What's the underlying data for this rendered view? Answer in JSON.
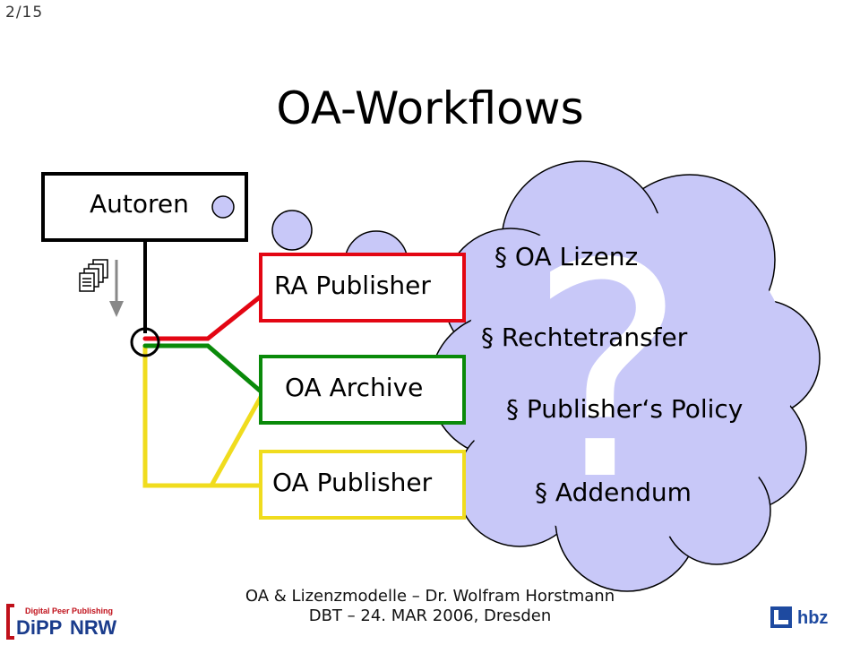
{
  "page_number": "2/15",
  "title": "OA-Workflows",
  "boxes": {
    "autoren": "Autoren",
    "ra_publisher": "RA Publisher",
    "oa_archive": "OA Archive",
    "oa_publisher": "OA Publisher"
  },
  "cloud": {
    "question_mark": "?",
    "items": [
      "§ OA Lizenz",
      "§ Rechtetransfer",
      "§ Publisher‘s Policy",
      "§ Addendum"
    ]
  },
  "footer": {
    "line1": "OA & Lizenzmodelle – Dr. Wolfram Horstmann",
    "line2": "DBT – 24. MAR 2006, Dresden"
  },
  "logos": {
    "dipp_tagline": "Digital Peer Publishing",
    "dipp_name": "DiPP",
    "dipp_region": "NRW",
    "hbz": "hbz"
  },
  "colors": {
    "red": "#e30613",
    "green": "#0a8a0a",
    "yellow": "#f0dc1e",
    "cloud_fill": "#c8c8f8",
    "question_mark": "#ffffff",
    "dipp_red": "#c0101a",
    "dipp_blue": "#1a3c8c",
    "hbz_blue": "#1e4aa0"
  }
}
